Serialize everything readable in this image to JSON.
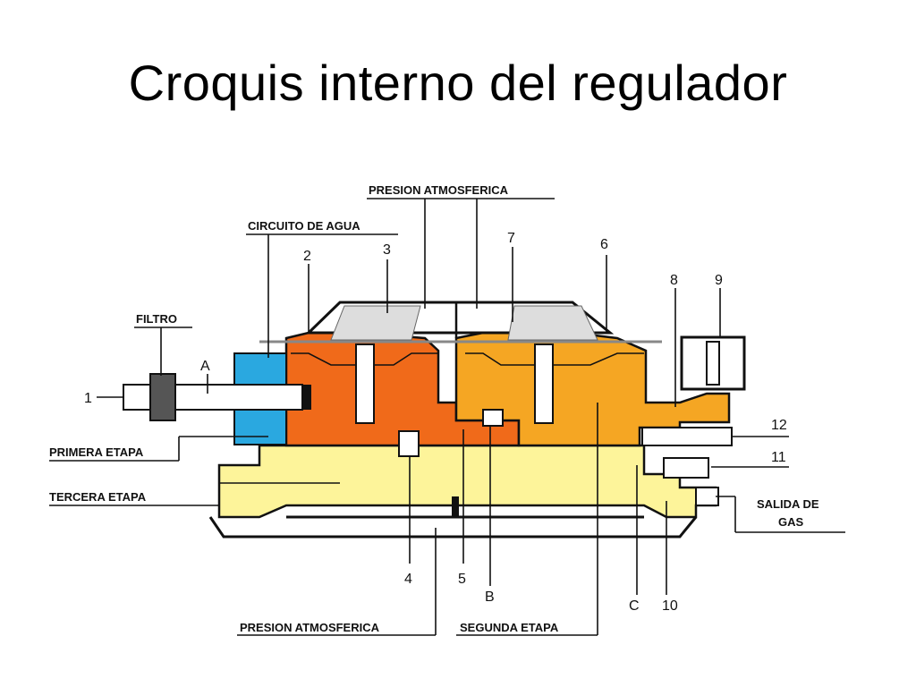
{
  "title": "Croquis interno del  regulador",
  "labels": {
    "presion_atm_top": "PRESION ATMOSFERICA",
    "circuito_agua": "CIRCUITO DE AGUA",
    "filtro": "FILTRO",
    "primera_etapa": "PRIMERA ETAPA",
    "tercera_etapa": "TERCERA ETAPA",
    "presion_atm_bottom": "PRESION ATMOSFERICA",
    "segunda_etapa": "SEGUNDA ETAPA",
    "salida_de": "SALIDA DE",
    "gas": "GAS",
    "a": "A"
  },
  "numbers": {
    "n1": "1",
    "n2": "2",
    "n3": "3",
    "n4": "4",
    "n5": "5",
    "n6": "6",
    "n7": "7",
    "n8": "8",
    "n9": "9",
    "n10": "10",
    "n11": "11",
    "n12": "12",
    "b": "B",
    "c": "C"
  },
  "colors": {
    "agua": "#2aa8e0",
    "primera_etapa": "#f06a1a",
    "segunda_etapa": "#f5a623",
    "tercera_etapa": "#fdf49a",
    "cuerpo": "#ffffff"
  }
}
